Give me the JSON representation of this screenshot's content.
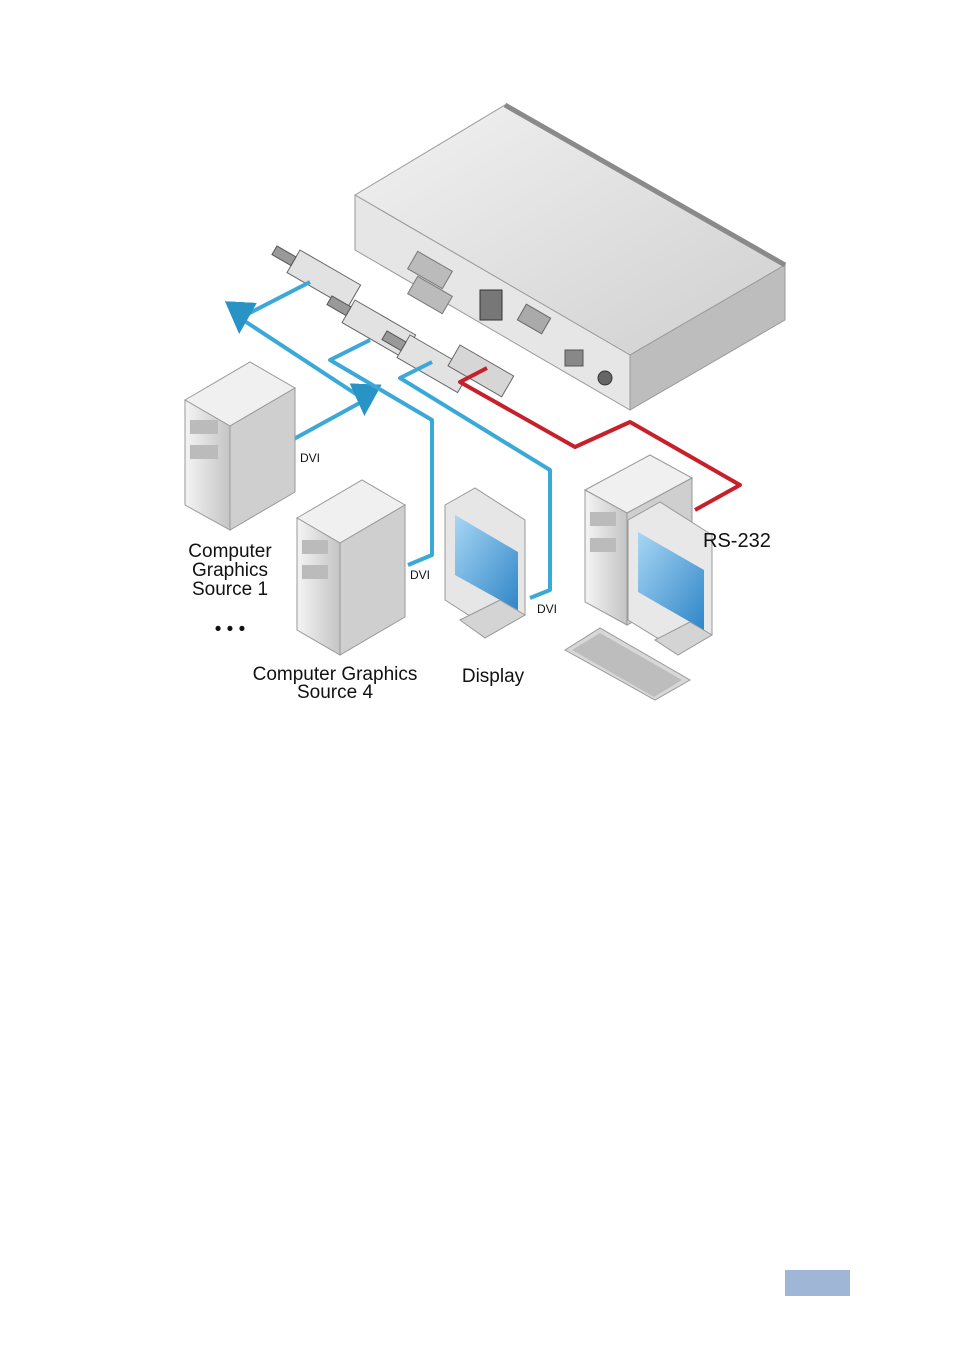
{
  "figure": {
    "labels": {
      "source1": [
        "Computer",
        "Graphics",
        "Source 1"
      ],
      "source4": [
        "Computer Graphics",
        "Source 4"
      ],
      "display": "Display",
      "rs232": "RS-232",
      "dvi": "DVI",
      "ellipsis": "• • •"
    },
    "colors": {
      "dvi_cable": "#3aa9d8",
      "rs232_cable": "#c8202b",
      "device_body": "#dcdcdc",
      "screen": "#4aa3dc"
    },
    "icons": [
      "switcher-device-icon",
      "tower-pc-icon",
      "monitor-icon",
      "keyboard-icon",
      "dvi-connector-icon"
    ]
  },
  "page": {
    "tab_color": "#9fb6d6"
  }
}
